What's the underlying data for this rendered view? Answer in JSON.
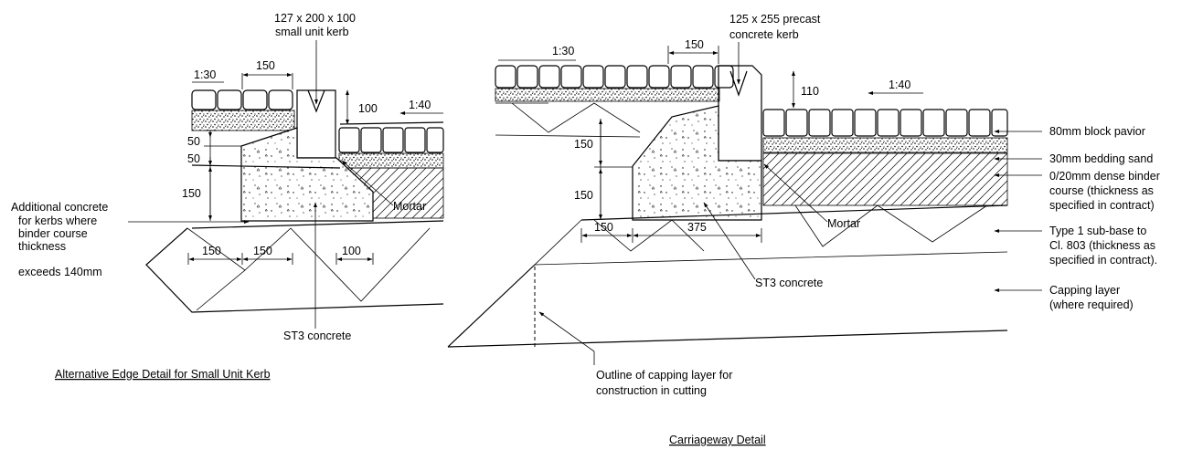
{
  "left_detail": {
    "title": "Alternative Edge Detail for Small Unit Kerb",
    "kerb_label_line1": "127 x 200 x 100",
    "kerb_label_line2": "small unit kerb",
    "fall_upper": "1:30",
    "fall_lower": "1:40",
    "dim_top_150": "150",
    "dim_100_upset": "100",
    "dim_50_a": "50",
    "dim_50_b": "50",
    "dim_150_vert": "150",
    "dim_150_base_a": "150",
    "dim_150_base_b": "150",
    "dim_100_base": "100",
    "note_line1": "Additional concrete",
    "note_line2": "for kerbs where",
    "note_line3": "binder course",
    "note_line4": "thickness",
    "note_line5": "exceeds 140mm",
    "mortar": "Mortar",
    "concrete": "ST3 concrete"
  },
  "right_detail": {
    "title": "Carriageway Detail",
    "kerb_label_line1": "125 x 255 precast",
    "kerb_label_line2": "concrete kerb",
    "fall_upper": "1:30",
    "fall_lower": "1:40",
    "dim_top_150": "150",
    "dim_110": "110",
    "dim_150_upper": "150",
    "dim_150_lower": "150",
    "dim_base_150": "150",
    "dim_base_375": "375",
    "mortar": "Mortar",
    "concrete": "ST3 concrete",
    "capping_note_line1": "Outline of capping layer for",
    "capping_note_line2": "construction in cutting"
  },
  "layers": [
    {
      "line1": "80mm block pavior",
      "line2": ""
    },
    {
      "line1": "30mm bedding sand",
      "line2": ""
    },
    {
      "line1": "0/20mm dense binder",
      "line2": "course (thickness as",
      "line3": "specified in contract)"
    },
    {
      "line1": "Type 1 sub-base to",
      "line2": "Cl. 803 (thickness as",
      "line3": "specified in contract)."
    },
    {
      "line1": "Capping layer",
      "line2": "(where required)"
    }
  ]
}
